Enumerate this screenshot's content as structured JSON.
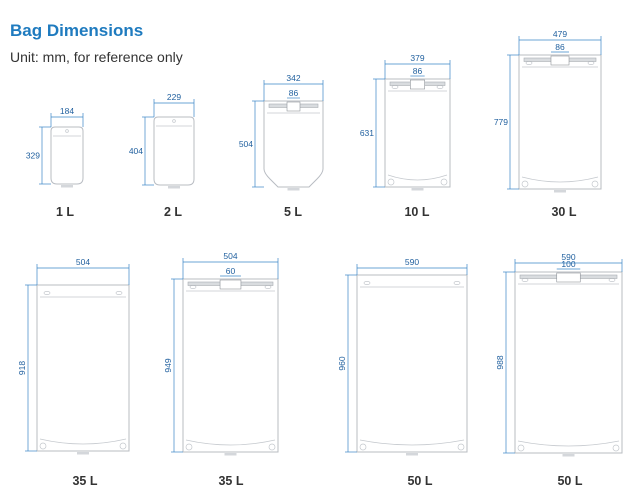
{
  "header": {
    "title": "Bag Dimensions",
    "subtitle": "Unit: mm, for reference only"
  },
  "bags": [
    {
      "volume": "1 L",
      "width": "184",
      "height": "329",
      "zipper": null,
      "zipper_bar": false
    },
    {
      "volume": "2 L",
      "width": "229",
      "height": "404",
      "zipper": null,
      "zipper_bar": false
    },
    {
      "volume": "5 L",
      "width": "342",
      "height": "504",
      "zipper": "86",
      "zipper_bar": true
    },
    {
      "volume": "10 L",
      "width": "379",
      "height": "631",
      "zipper": "86",
      "zipper_bar": true
    },
    {
      "volume": "30 L",
      "width": "479",
      "height": "779",
      "zipper": "86",
      "zipper_bar": true
    },
    {
      "volume": "35 L",
      "width": "504",
      "height": "918",
      "zipper": null,
      "zipper_bar": false
    },
    {
      "volume": "35 L",
      "width": "504",
      "height": "949",
      "zipper": "60",
      "zipper_bar": true
    },
    {
      "volume": "50 L",
      "width": "590",
      "height": "960",
      "zipper": null,
      "zipper_bar": false
    },
    {
      "volume": "50 L",
      "width": "590",
      "height": "988",
      "zipper": "100",
      "zipper_bar": true
    }
  ]
}
